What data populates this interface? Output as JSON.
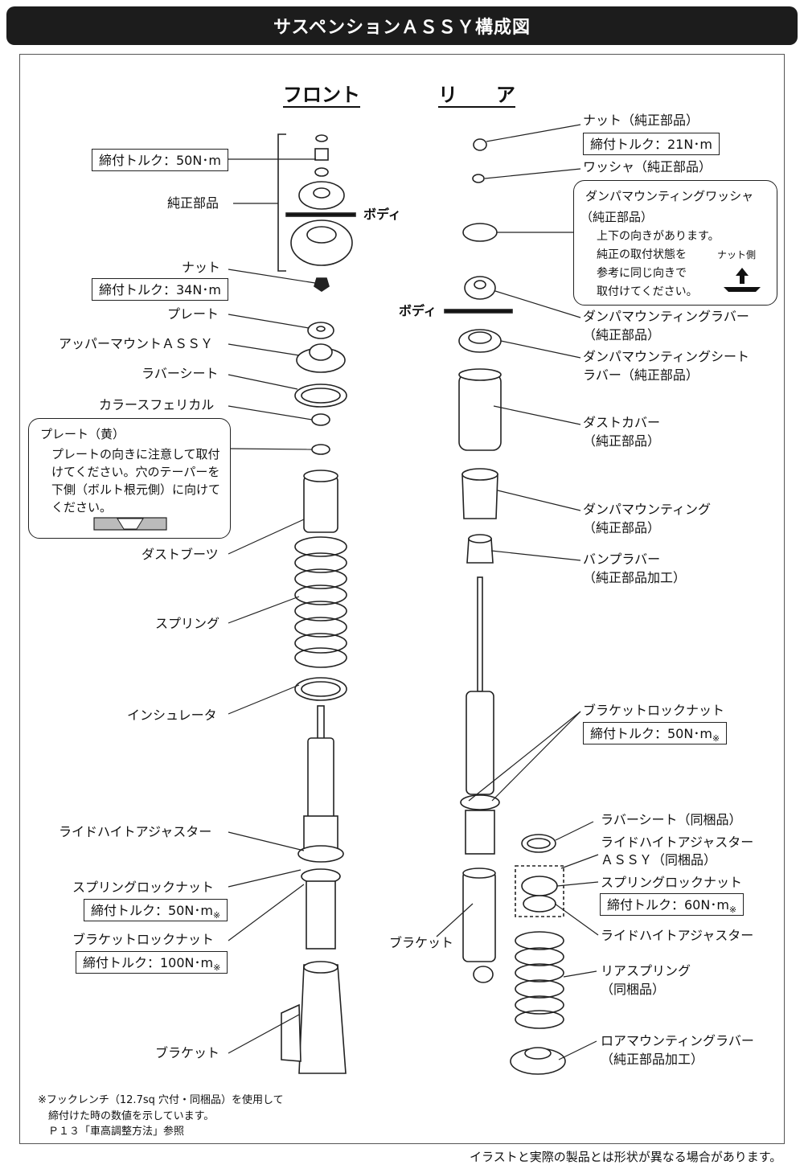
{
  "title": "サスペンションＡＳＳＹ構成図",
  "headings": {
    "front": "フロント",
    "rear": "リ　　ア"
  },
  "front": {
    "torque1": "締付トルク：50N･m",
    "genuine_parts": "純正部品",
    "body": "ボディ",
    "nut": "ナット",
    "torque2": "締付トルク：34N･m",
    "plate": "プレート",
    "upper_mount": "アッパーマウントＡＳＳＹ",
    "rubber_seat": "ラバーシート",
    "collar": "カラースフェリカル",
    "plate_note": {
      "title": "プレート（黄）",
      "lines": [
        "プレートの向きに注意して取付",
        "けてください。穴のテーパーを",
        "下側（ボルト根元側）に向けて",
        "ください。"
      ]
    },
    "dust_boots": "ダストブーツ",
    "spring": "スプリング",
    "insulator": "インシュレータ",
    "ride_height_adjuster": "ライドハイトアジャスター",
    "spring_lock_nut": "スプリングロックナット",
    "torque3": "締付トルク：50N･m",
    "bracket_lock_nut": "ブラケットロックナット",
    "torque4": "締付トルク：100N･m",
    "bracket": "ブラケット"
  },
  "rear": {
    "nut": "ナット（純正部品）",
    "torque1": "締付トルク：21N･m",
    "washer": "ワッシャ（純正部品）",
    "washer_note": {
      "title": "ダンパマウンティングワッシャ",
      "subtitle": "（純正部品）",
      "lines": [
        "上下の向きがあります。",
        "純正の取付状態を",
        "参考に同じ向きで",
        "取付けてください。"
      ],
      "nut_side": "ナット側"
    },
    "body": "ボディ",
    "mount_rubber": [
      "ダンパマウンティングラバー",
      "（純正部品）"
    ],
    "seat_rubber": [
      "ダンパマウンティングシート",
      "ラバー（純正部品）"
    ],
    "dust_cover": [
      "ダストカバー",
      "（純正部品）"
    ],
    "damper_mounting": [
      "ダンパマウンティング",
      "（純正部品）"
    ],
    "bump_rubber": [
      "バンプラバー",
      "（純正部品加工）"
    ],
    "bracket_lock_nut": "ブラケットロックナット",
    "torque2": "締付トルク：50N･m",
    "rubber_seat": "ラバーシート（同梱品）",
    "rha_assy": [
      "ライドハイトアジャスター",
      "ＡＳＳＹ（同梱品）"
    ],
    "spring_lock_nut": "スプリングロックナット",
    "torque3": "締付トルク：60N･m",
    "ride_height_adjuster": "ライドハイトアジャスター",
    "bracket": "ブラケット",
    "rear_spring": [
      "リアスプリング",
      "（同梱品）"
    ],
    "lower_mount": [
      "ロアマウンティングラバー",
      "（純正部品加工）"
    ]
  },
  "asterisk": "※",
  "footnote": [
    "※フックレンチ（12.7sq 穴付・同梱品）を使用して",
    "締付けた時の数値を示しています。",
    "Ｐ１３「車高調整方法」参照"
  ],
  "disclaimer": "イラストと実際の製品とは形状が異なる場合があります。"
}
